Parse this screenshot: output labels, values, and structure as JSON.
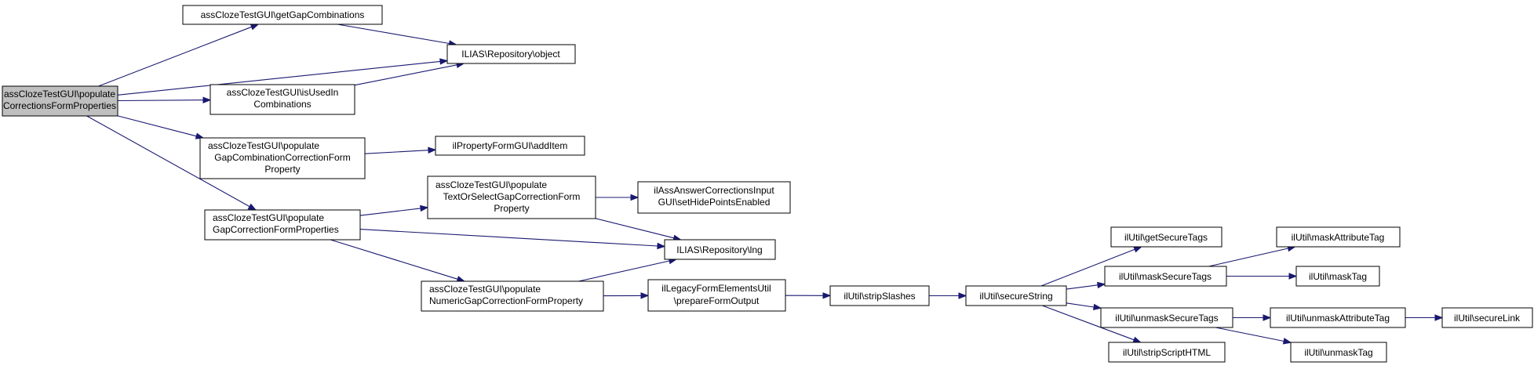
{
  "colors": {
    "edge": "#191970",
    "root_fill": "#bfbfbf",
    "node_fill": "#ffffff",
    "node_stroke": "#000000"
  },
  "nodes": {
    "n_root": {
      "lines": [
        "assClozeTestGUI\\populate",
        "CorrectionsFormProperties"
      ],
      "highlighted": true
    },
    "n_getgc": {
      "lines": [
        "assClozeTestGUI\\getGapCombinations"
      ]
    },
    "n_obj": {
      "lines": [
        "ILIAS\\Repository\\object"
      ]
    },
    "n_isused": {
      "lines": [
        "assClozeTestGUI\\isUsedIn",
        "Combinations"
      ]
    },
    "n_popgcc": {
      "lines": [
        "assClozeTestGUI\\populate",
        "GapCombinationCorrectionForm",
        "Property"
      ]
    },
    "n_additem": {
      "lines": [
        "ilPropertyFormGUI\\addItem"
      ]
    },
    "n_popgcfp": {
      "lines": [
        "assClozeTestGUI\\populate",
        "GapCorrectionFormProperties"
      ]
    },
    "n_poptos": {
      "lines": [
        "assClozeTestGUI\\populate",
        "TextOrSelectGapCorrectionForm",
        "Property"
      ]
    },
    "n_hide": {
      "lines": [
        "ilAssAnswerCorrectionsInput",
        "GUI\\setHidePointsEnabled"
      ]
    },
    "n_lng": {
      "lines": [
        "ILIAS\\Repository\\lng"
      ]
    },
    "n_popnum": {
      "lines": [
        "assClozeTestGUI\\populate",
        "NumericGapCorrectionFormProperty"
      ]
    },
    "n_prep": {
      "lines": [
        "ilLegacyFormElementsUtil",
        "\\prepareFormOutput"
      ]
    },
    "n_strip": {
      "lines": [
        "ilUtil\\stripSlashes"
      ]
    },
    "n_secstr": {
      "lines": [
        "ilUtil\\secureString"
      ]
    },
    "n_getsec": {
      "lines": [
        "ilUtil\\getSecureTags"
      ]
    },
    "n_masksec": {
      "lines": [
        "ilUtil\\maskSecureTags"
      ]
    },
    "n_unmasksec": {
      "lines": [
        "ilUtil\\unmaskSecureTags"
      ]
    },
    "n_stripscript": {
      "lines": [
        "ilUtil\\stripScriptHTML"
      ]
    },
    "n_maskattr": {
      "lines": [
        "ilUtil\\maskAttributeTag"
      ]
    },
    "n_masktag": {
      "lines": [
        "ilUtil\\maskTag"
      ]
    },
    "n_unmaskattr": {
      "lines": [
        "ilUtil\\unmaskAttributeTag"
      ]
    },
    "n_unmasktag": {
      "lines": [
        "ilUtil\\unmaskTag"
      ]
    },
    "n_seclink": {
      "lines": [
        "ilUtil\\secureLink"
      ]
    }
  },
  "edges": [
    [
      "n_root",
      "n_getgc"
    ],
    [
      "n_root",
      "n_obj"
    ],
    [
      "n_root",
      "n_isused"
    ],
    [
      "n_root",
      "n_popgcc"
    ],
    [
      "n_root",
      "n_popgcfp"
    ],
    [
      "n_getgc",
      "n_obj"
    ],
    [
      "n_isused",
      "n_obj"
    ],
    [
      "n_popgcc",
      "n_additem"
    ],
    [
      "n_popgcfp",
      "n_poptos"
    ],
    [
      "n_popgcfp",
      "n_lng"
    ],
    [
      "n_popgcfp",
      "n_popnum"
    ],
    [
      "n_poptos",
      "n_hide"
    ],
    [
      "n_poptos",
      "n_lng"
    ],
    [
      "n_popnum",
      "n_lng"
    ],
    [
      "n_popnum",
      "n_prep"
    ],
    [
      "n_prep",
      "n_strip"
    ],
    [
      "n_strip",
      "n_secstr"
    ],
    [
      "n_secstr",
      "n_getsec"
    ],
    [
      "n_secstr",
      "n_masksec"
    ],
    [
      "n_secstr",
      "n_unmasksec"
    ],
    [
      "n_secstr",
      "n_stripscript"
    ],
    [
      "n_masksec",
      "n_maskattr"
    ],
    [
      "n_masksec",
      "n_masktag"
    ],
    [
      "n_unmasksec",
      "n_unmaskattr"
    ],
    [
      "n_unmasksec",
      "n_unmasktag"
    ],
    [
      "n_unmaskattr",
      "n_seclink"
    ]
  ]
}
